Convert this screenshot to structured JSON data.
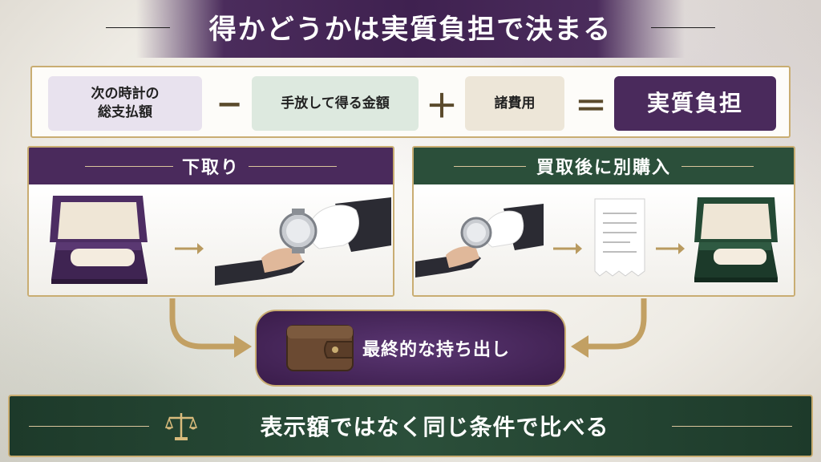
{
  "title": "得かどうかは実質負担で決まる",
  "formula": {
    "term1": "次の時計の\n総支払額",
    "op1": "−",
    "term2": "手放して得る金額",
    "op2": "＋",
    "term3": "諸費用",
    "op3": "＝",
    "result": "実質負担"
  },
  "left_panel": {
    "title": "下取り"
  },
  "right_panel": {
    "title": "買取後に別購入"
  },
  "final": {
    "label": "最終的な持ち出し"
  },
  "bottom": {
    "message": "表示額ではなく同じ条件で比べる"
  },
  "colors": {
    "purple": "#4a2a5c",
    "green": "#2b4f3a",
    "gold": "#c9ad72",
    "lavender": "#e8e2ee",
    "mint": "#dde9df",
    "beige": "#ede6d8"
  }
}
